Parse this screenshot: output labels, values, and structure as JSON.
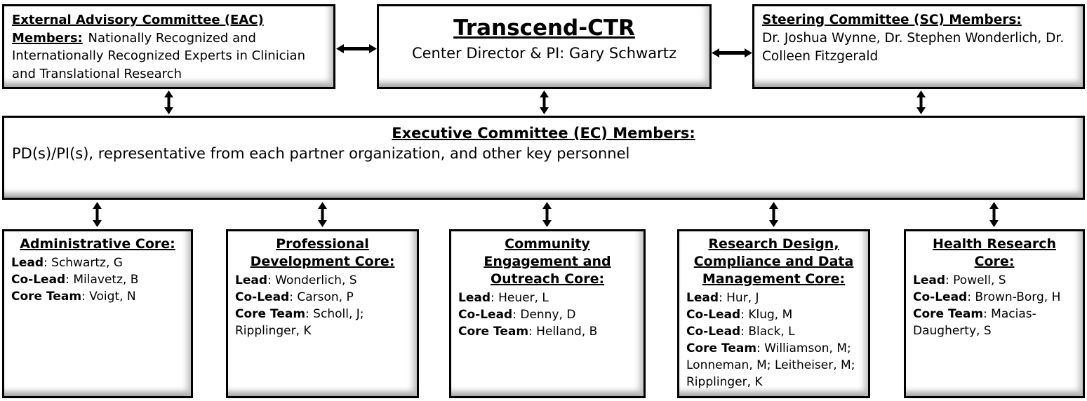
{
  "diagram": {
    "top": {
      "eac": {
        "title": "External Advisory Committee (EAC) Members:",
        "body": "Nationally Recognized and Internationally Recognized Experts in Clinician and Translational Research"
      },
      "center": {
        "title": "Transcend-CTR",
        "subtitle": "Center Director & PI: Gary Schwartz"
      },
      "sc": {
        "title": "Steering Committee (SC) Members:",
        "body": "Dr. Joshua Wynne, Dr. Stephen Wonderlich, Dr. Colleen Fitzgerald"
      }
    },
    "executive_committee": {
      "title": "Executive Committee (EC) Members:",
      "body": "PD(s)/PI(s), representative from each partner organization, and other key personnel"
    },
    "cores": [
      {
        "title": "Administrative Core:",
        "rows": [
          {
            "label": "Lead",
            "value": "Schwartz, G"
          },
          {
            "label": "Co-Lead",
            "value": "Milavetz, B"
          },
          {
            "label": "Core Team",
            "value": "Voigt, N"
          }
        ]
      },
      {
        "title": "Professional Development Core:",
        "rows": [
          {
            "label": "Lead",
            "value": "Wonderlich, S"
          },
          {
            "label": "Co-Lead",
            "value": "Carson, P"
          },
          {
            "label": "Core Team",
            "value": "Scholl, J; Ripplinger, K"
          }
        ]
      },
      {
        "title": "Community Engagement and Outreach Core:",
        "rows": [
          {
            "label": "Lead",
            "value": "Heuer, L"
          },
          {
            "label": "Co-Lead",
            "value": "Denny, D"
          },
          {
            "label": "Core Team",
            "value": "Helland, B"
          }
        ]
      },
      {
        "title": "Research Design, Compliance and Data Management Core:",
        "rows": [
          {
            "label": "Lead",
            "value": "Hur, J"
          },
          {
            "label": "Co-Lead",
            "value": "Klug, M"
          },
          {
            "label": "Co-Lead",
            "value": "Black, L"
          },
          {
            "label": "Core Team",
            "value": "Williamson, M; Lonneman, M; Leitheiser, M; Ripplinger, K"
          }
        ]
      },
      {
        "title": "Health Research Core:",
        "rows": [
          {
            "label": "Lead",
            "value": "Powell, S"
          },
          {
            "label": "Co-Lead",
            "value": "Brown-Borg, H"
          },
          {
            "label": "Core Team",
            "value": "Macias-Daugherty, S"
          }
        ]
      }
    ]
  },
  "connectors": {
    "style": "double-headed-arrow",
    "color": "#000000"
  },
  "colors": {
    "box_border": "#000000",
    "box_fill": "#ffffff",
    "inner_shadow": "#a6a6a6",
    "text": "#000000"
  }
}
